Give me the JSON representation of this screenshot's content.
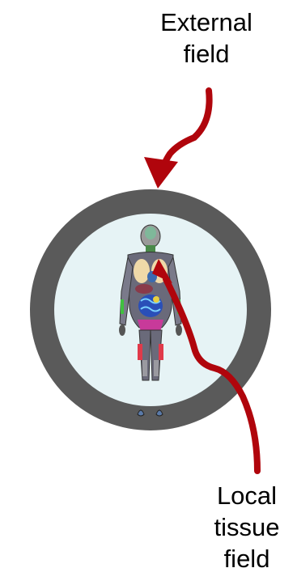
{
  "labels": {
    "external_line1": "External",
    "external_line2": "field",
    "local_line1": "Local",
    "local_line2": "tissue",
    "local_line3": "field"
  },
  "colors": {
    "background": "#ffffff",
    "ring": "#5a5a5a",
    "inner_fill": "#e6f3f5",
    "arrow": "#b0050c",
    "label_text": "#000000"
  },
  "icons": {
    "body_model": "human-anatomy-figure-icon",
    "external_arrow": "curved-arrow-icon",
    "local_arrow": "curved-arrow-icon"
  }
}
